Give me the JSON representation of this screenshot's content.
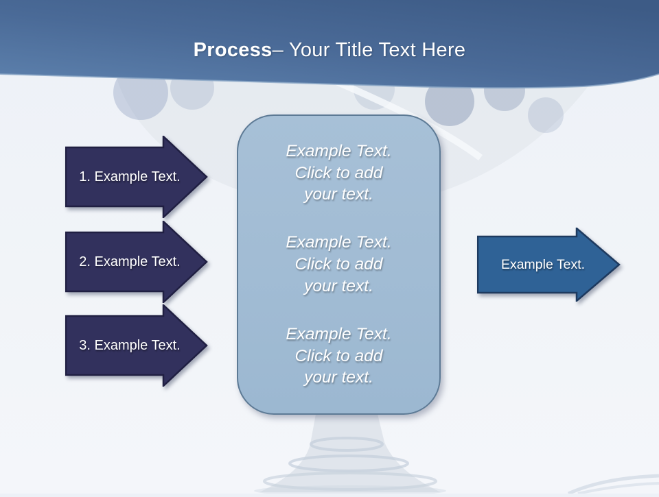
{
  "colors": {
    "header-light": "#5e82ae",
    "header-dark": "#3d5b86",
    "header-edge": "#8aa6c6",
    "navy-fill": "#32315d",
    "navy-stroke": "#201f42",
    "box-fill": "#9fbad4",
    "box-stroke": "#5d7a95",
    "blue-fill": "#2f6296",
    "blue-stroke": "#1e3a5f",
    "text-color": "#ffffff"
  },
  "header": {
    "title_emphasis": "Process",
    "title_rest": "– Your Title Text Here"
  },
  "left_arrows": [
    {
      "label": "1. Example Text."
    },
    {
      "label": "2. Example Text."
    },
    {
      "label": "3. Example Text."
    }
  ],
  "center_box": {
    "paragraphs": [
      "Example Text.\nClick  to add\nyour text.",
      "Example Text.\nClick  to add\nyour text.",
      "Example Text.\nClick  to add\nyour text."
    ]
  },
  "right_arrow": {
    "label": "Example Text."
  }
}
